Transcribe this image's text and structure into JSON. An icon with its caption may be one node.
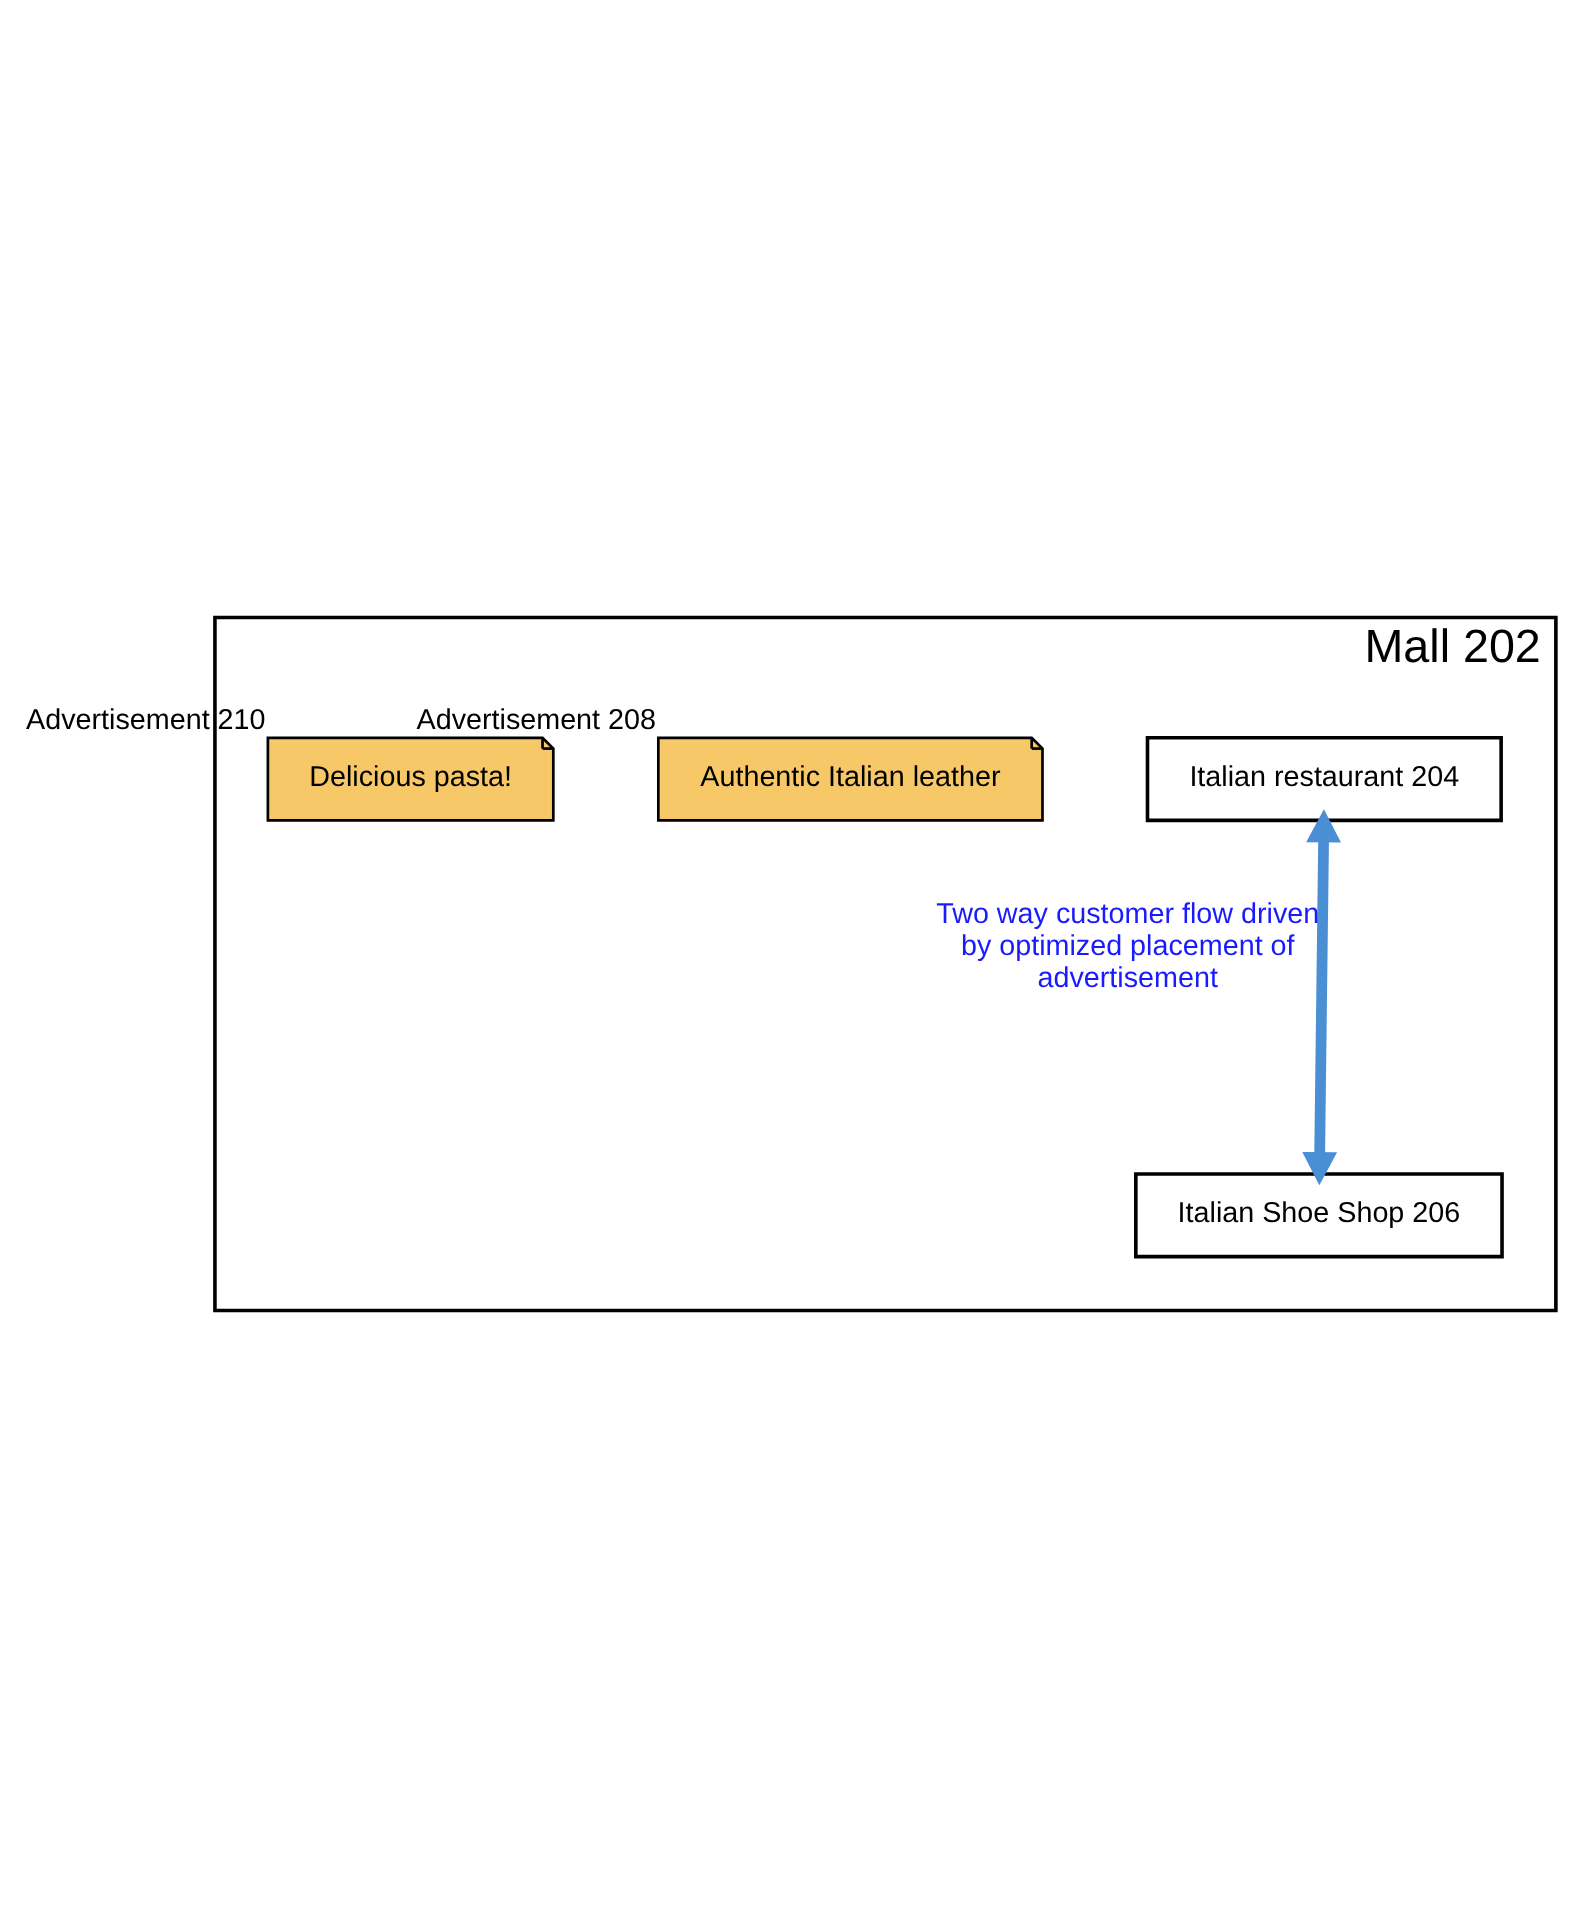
{
  "diagram": {
    "nodes": [
      {
        "text": [
          "Mall 202"
        ]
      },
      {
        "text": [
          "Italian restaurant 204"
        ],
        "in": 0
      },
      {
        "text": [
          "Authentic Italian leather"
        ],
        "beside": [
          "Advertisement 208"
        ],
        "in": 0
      },
      {
        "text": [
          "Delicious pasta!"
        ],
        "beside": [
          "Advertisement 210"
        ],
        "in": 0
      },
      {
        "text": [
          "Italian Shoe Shop 206"
        ],
        "in": 0
      }
    ],
    "edges": [
      {
        "from": 1,
        "to": 4,
        "arrow": "both",
        "label": "Two way customer flow driven by optimized placement of advertisement",
        "color": "#4a8fd4"
      }
    ]
  }
}
